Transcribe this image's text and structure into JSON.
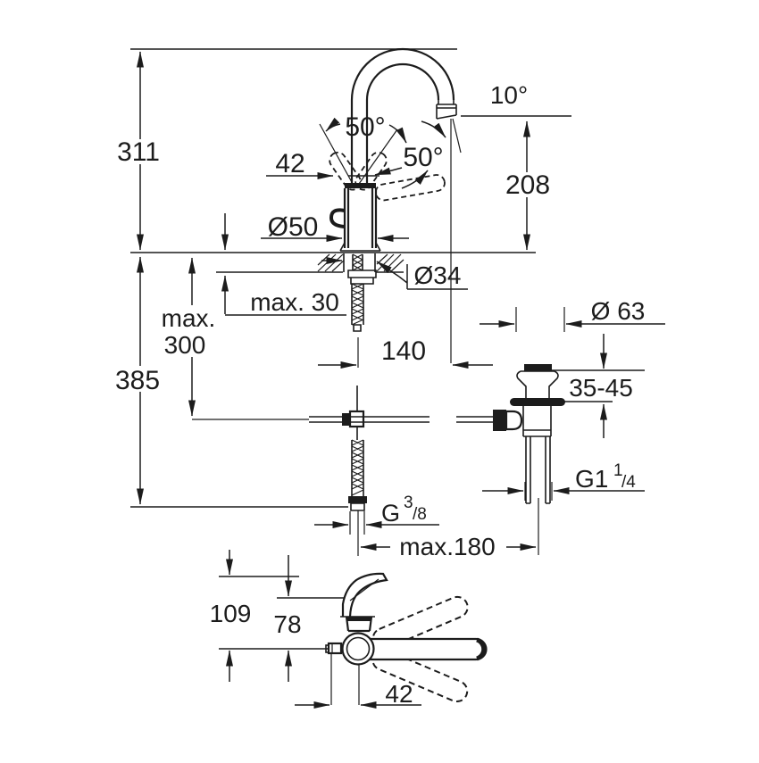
{
  "drawing": {
    "background": "#ffffff",
    "line_color": "#1c1c1c",
    "side_view": {
      "overall_height": "311",
      "swing_angle_left": "50°",
      "handle_length": "42",
      "spout_angle": "10°",
      "swing_angle_right": "50°",
      "spout_height": "208",
      "body_diameter": "Ø50",
      "hole_diameter": "Ø34",
      "deck_thickness": "max. 30",
      "hose_max_word": "max.",
      "hose_max_value": "300",
      "overall_depth": "385",
      "spout_reach": "140"
    },
    "drain_view": {
      "flange_diameter": "Ø 63",
      "height_range": "35-45",
      "thread": {
        "base": "G1",
        "sup": "1",
        "den": "/4"
      },
      "max_distance": "max.180"
    },
    "supply_thread": {
      "base": "G",
      "sup": "3",
      "den": "/8"
    },
    "top_view": {
      "total_depth": "109",
      "body_depth": "78",
      "handle_offset": "42"
    }
  }
}
